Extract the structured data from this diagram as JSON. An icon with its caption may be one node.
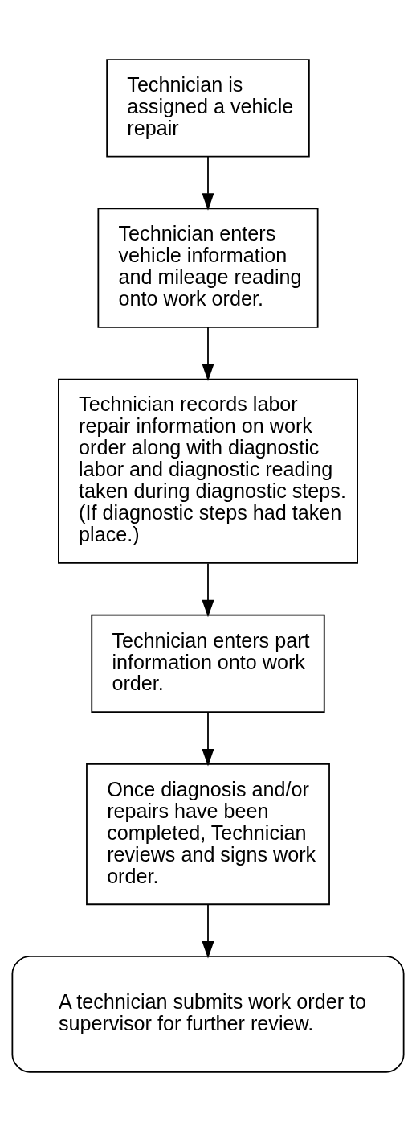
{
  "diagram": {
    "nodes": [
      {
        "text": [
          "Technician is assigned a vehicle repair"
        ]
      },
      {
        "text": [
          "Technician enters vehicle information and mileage reading onto work order."
        ]
      },
      {
        "text": [
          "Technician records labor repair information on work order along with diagnostic labor and diagnostic reading taken during diagnostic steps. (If diagnostic steps had taken place.)"
        ]
      },
      {
        "text": [
          "Technician enters part information onto work order."
        ]
      },
      {
        "text": [
          "Once diagnosis and/or repairs have been completed, Technician reviews and signs work order."
        ]
      },
      {
        "text": [
          "A technician submits work order to supervisor for further review."
        ]
      }
    ],
    "edges": [
      {
        "from": 0,
        "to": 1,
        "arrow": "to"
      },
      {
        "from": 1,
        "to": 2,
        "arrow": "to"
      },
      {
        "from": 2,
        "to": 3,
        "arrow": "to"
      },
      {
        "from": 3,
        "to": 4,
        "arrow": "to"
      },
      {
        "from": 4,
        "to": 5,
        "arrow": "to"
      }
    ]
  }
}
